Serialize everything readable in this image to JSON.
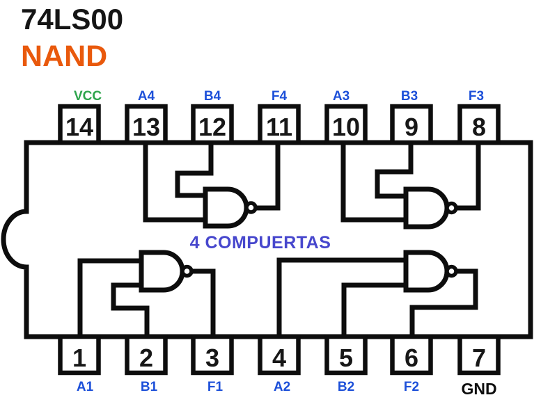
{
  "title": "74LS00",
  "subtitle": "NAND",
  "center_label": "4 COMPUERTAS",
  "colors": {
    "line": "#0d0d0d",
    "title": "#151515",
    "subtitle": "#e9590c",
    "center_label": "#4747cd",
    "pin_number": "#171717",
    "input_output_label": "#1d50d9",
    "vcc_label": "#2ea44c",
    "gnd_label": "#0d0d0d"
  },
  "pins": {
    "top": [
      {
        "number": "14",
        "label": "VCC",
        "color": "#2ea44c"
      },
      {
        "number": "13",
        "label": "A4",
        "color": "#1d50d9"
      },
      {
        "number": "12",
        "label": "B4",
        "color": "#1d50d9"
      },
      {
        "number": "11",
        "label": "F4",
        "color": "#1d50d9"
      },
      {
        "number": "10",
        "label": "A3",
        "color": "#1d50d9"
      },
      {
        "number": "9",
        "label": "B3",
        "color": "#1d50d9"
      },
      {
        "number": "8",
        "label": "F3",
        "color": "#1d50d9"
      }
    ],
    "bottom": [
      {
        "number": "1",
        "label": "A1",
        "color": "#1d50d9"
      },
      {
        "number": "2",
        "label": "B1",
        "color": "#1d50d9"
      },
      {
        "number": "3",
        "label": "F1",
        "color": "#1d50d9"
      },
      {
        "number": "4",
        "label": "A2",
        "color": "#1d50d9"
      },
      {
        "number": "5",
        "label": "B2",
        "color": "#1d50d9"
      },
      {
        "number": "6",
        "label": "F2",
        "color": "#1d50d9"
      },
      {
        "number": "7",
        "label": "GND",
        "color": "#0d0d0d"
      }
    ]
  }
}
